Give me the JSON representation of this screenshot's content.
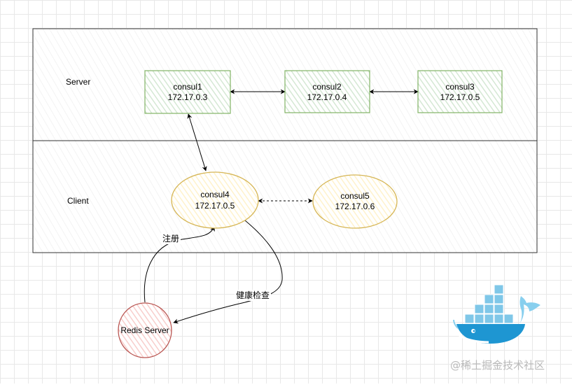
{
  "colors": {
    "server_node_stroke": "#82b366",
    "server_node_fill": "#d5e8d4",
    "client_node_stroke": "#d6b656",
    "client_node_fill": "#fff2cc",
    "redis_stroke": "#b85450",
    "redis_fill": "#f8cecc",
    "docker_blue": "#2e9bd6"
  },
  "zones": {
    "server_label": "Server",
    "client_label": "Client"
  },
  "nodes": {
    "consul1": {
      "name": "consul1",
      "ip": "172.17.0.3"
    },
    "consul2": {
      "name": "consul2",
      "ip": "172.17.0.4"
    },
    "consul3": {
      "name": "consul3",
      "ip": "172.17.0.5"
    },
    "consul4": {
      "name": "consul4",
      "ip": "172.17.0.5"
    },
    "consul5": {
      "name": "consul5",
      "ip": "172.17.0.6"
    },
    "redis": {
      "name": "Redis Server"
    }
  },
  "edges": {
    "register_label": "注册",
    "health_check_label": "健康检查"
  },
  "logo": {
    "icon": "docker-whale-icon"
  },
  "watermark": "@稀土掘金技术社区"
}
